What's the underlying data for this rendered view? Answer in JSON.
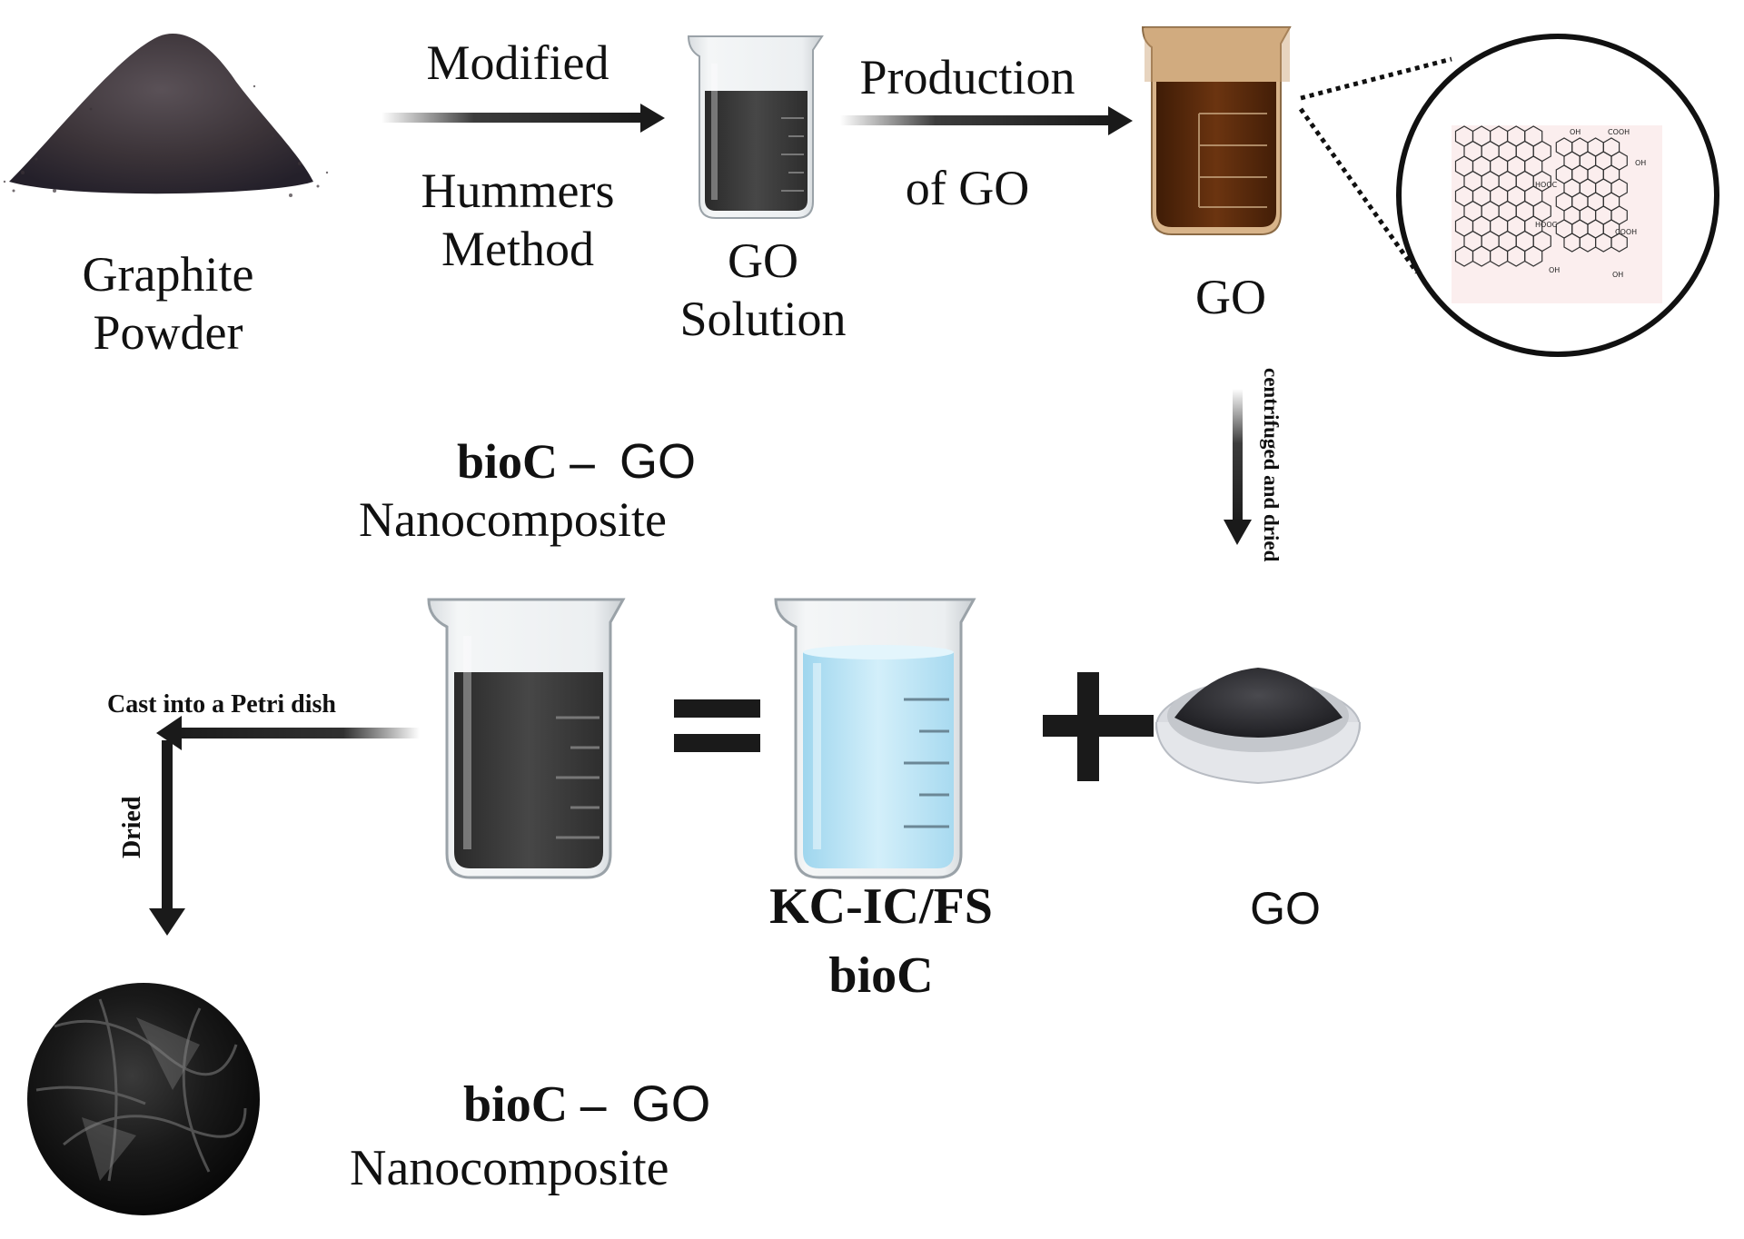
{
  "labels": {
    "graphite_line1": "Graphite",
    "graphite_line2": "Powder",
    "step1_top": "Modified",
    "step1_bottom1": "Hummers",
    "step1_bottom2": "Method",
    "go_solution_line1": "GO",
    "go_solution_line2": "Solution",
    "step2_top": "Production",
    "step2_bottom": "of GO",
    "go_beaker": "GO",
    "centrifuged": "centrifuged and dried",
    "nano_top_bold": "bioC –",
    "nano_top_go": "GO",
    "nano_top_line2": "Nanocomposite",
    "cast": "Cast into a Petri dish",
    "dried": "Dried",
    "kc_line1": "KC-IC/FS",
    "kc_line2": "bioC",
    "go_powder": "GO",
    "nano_bottom_bold": "bioC –",
    "nano_bottom_go": "GO",
    "nano_bottom_line2": "Nanocomposite"
  },
  "molecule_groups": [
    "HOOC",
    "HOOC",
    "COOH",
    "COOH",
    "OH",
    "OH",
    "OH",
    "OH"
  ],
  "colors": {
    "graphite": "#3b3338",
    "go_solution": "#3c3c3c",
    "go_brown": "#5a2a0c",
    "biopolymer_blue": "#bfe6f6",
    "arrow": "#1a1a1a",
    "zoom_bg": "#fbeeee"
  }
}
